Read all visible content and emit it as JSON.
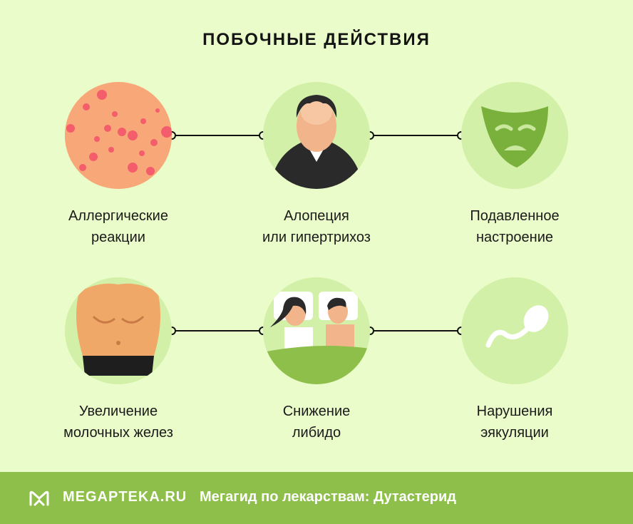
{
  "title": "ПОБОЧНЫЕ ДЕЙСТВИЯ",
  "items": [
    {
      "line1": "Аллергические",
      "line2": "реакции",
      "icon": "allergy-rash-icon"
    },
    {
      "line1": "Алопеция",
      "line2": "или гипертрихоз",
      "icon": "balding-man-icon"
    },
    {
      "line1": "Подавленное",
      "line2": "настроение",
      "icon": "sad-mask-icon"
    },
    {
      "line1": "Увеличение",
      "line2": "молочных желез",
      "icon": "torso-icon"
    },
    {
      "line1": "Снижение",
      "line2": "либидо",
      "icon": "couple-in-bed-icon"
    },
    {
      "line1": "Нарушения",
      "line2": "эякуляции",
      "icon": "sperm-icon"
    }
  ],
  "footer": {
    "brand": "MEGAPTEKA.RU",
    "tagline": "Мегагид по лекарствам: Дутастерид"
  },
  "colors": {
    "background": "#eafcc9",
    "circle": "#d2f0a8",
    "footer": "#8dbf4a",
    "skin_rash": "#f8a878",
    "mask": "#7ab03c"
  }
}
